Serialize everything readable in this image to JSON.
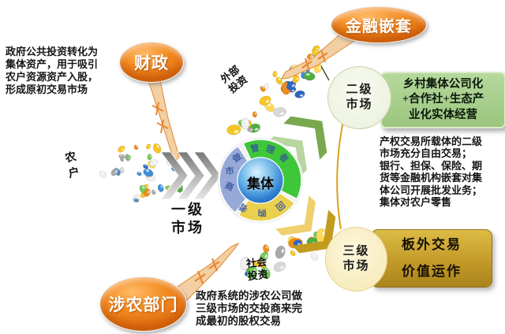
{
  "palette": {
    "orange_bubble": "#f28a20",
    "green_box": "#9bc67e",
    "gold_box": "#c29728",
    "secondary_circle": "#eef3e2",
    "tertiary_circle": "#f8eec3",
    "segment_green": "#3fc73a",
    "segment_blue": "#96a9d8",
    "segment_yellow": "#ead04f",
    "ring_text": "#31509c",
    "chevron_gray_dark": "#7e7e7e",
    "chevron_gray_light": "#dedede",
    "chevron_green_light": "#b9d5a0",
    "chevron_green_dark": "#79a84e",
    "chevron_gold_light": "#f0d06e",
    "chevron_gold_dark": "#c39b1e",
    "arrow_tan": "#f3cfa4",
    "arrow_outline": "#e08a2a",
    "bracket_yellow": "#d8a018",
    "bean_colors": [
      "#f6c51f",
      "#ffd95a",
      "#4fae3f",
      "#76c95d",
      "#ef8c1a",
      "#3f8fd6",
      "#a9a9a9",
      "#d8d8d8",
      "#2e66c0",
      "#f0f0f0"
    ]
  },
  "bubbles": {
    "fiscal": "财政",
    "nesting": "金融嵌套",
    "agri": "涉农部门"
  },
  "markets": {
    "primary": "一级\n市场",
    "secondary": "二级\n市场",
    "tertiary": "三级\n市场"
  },
  "center": {
    "label": "集体",
    "segments": [
      "管理者",
      "做市商",
      "回购者"
    ]
  },
  "cluster_labels": {
    "farmers": "农\n户",
    "external": "外部\n投资",
    "social": "社会\n投资"
  },
  "boxes": {
    "secondary": "乡村集体公司化\n+合作社+生态产\n业化实体经营",
    "tertiary": "板外交易\n价值运作"
  },
  "notes": {
    "left": "政府公共投资转化为\n集体资产，用于吸引\n农户资源资产入股，\n形成原初交易市场",
    "right": "产权交易所载体的二级\n市场充分自由交易；\n银行、担保、保险、期\n货等金融机构嵌套对集\n体公司开展批发业务；\n集体对农户零售",
    "bottom": "政府系统的涉农公司做\n三级市场的交投商来完\n成最初的股权交易"
  }
}
